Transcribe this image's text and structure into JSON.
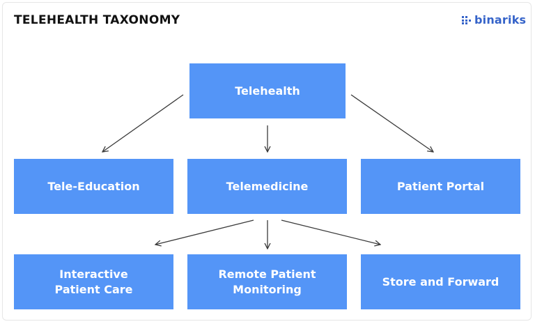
{
  "page": {
    "title": "TELEHEALTH TAXONOMY",
    "logo_text": "binariks"
  },
  "colors": {
    "box_fill": "#5495f7",
    "box_text": "#ffffff",
    "arrow": "#3a3a3a",
    "logo_accent": "#3563c9"
  },
  "nodes": {
    "telehealth": "Telehealth",
    "tele_education": "Tele-Education",
    "telemedicine": "Telemedicine",
    "patient_portal": "Patient Portal",
    "interactive_line1": "Interactive",
    "interactive_line2": "Patient Care",
    "remote_line1": "Remote Patient",
    "remote_line2": "Monitoring",
    "store_forward": "Store and Forward"
  }
}
